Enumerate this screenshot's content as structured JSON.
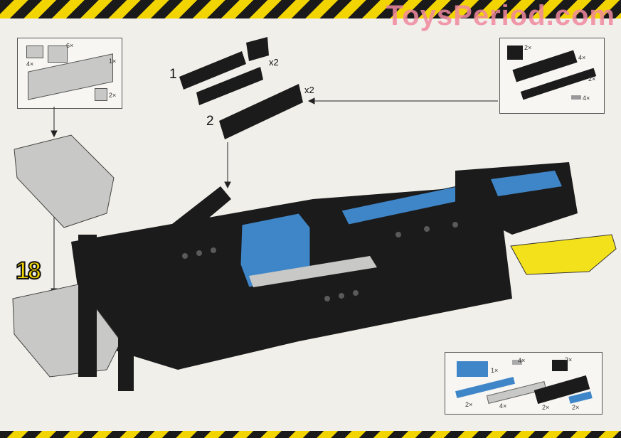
{
  "watermark": "ToysPeriod.com",
  "step_number": "18",
  "subassemblies": [
    {
      "number": "1",
      "multiplier": "x2"
    },
    {
      "number": "2",
      "multiplier": "x2"
    }
  ],
  "parts_boxes": {
    "top_left": [
      "4×",
      "6×",
      "1×",
      "2×"
    ],
    "top_right": [
      "2×",
      "4×",
      "2×",
      "4×"
    ],
    "bottom_right": [
      "1×",
      "4×",
      "2×",
      "2×",
      "4×",
      "2×",
      "2×"
    ]
  },
  "colors": {
    "stripe_yellow": "#f2d400",
    "stripe_black": "#1a1a1a",
    "brick_black": "#1b1b1b",
    "brick_blue": "#3f86c9",
    "brick_grey": "#c8c8c6",
    "brick_yellow": "#f3e21b",
    "watermark": "#f08aa0"
  }
}
